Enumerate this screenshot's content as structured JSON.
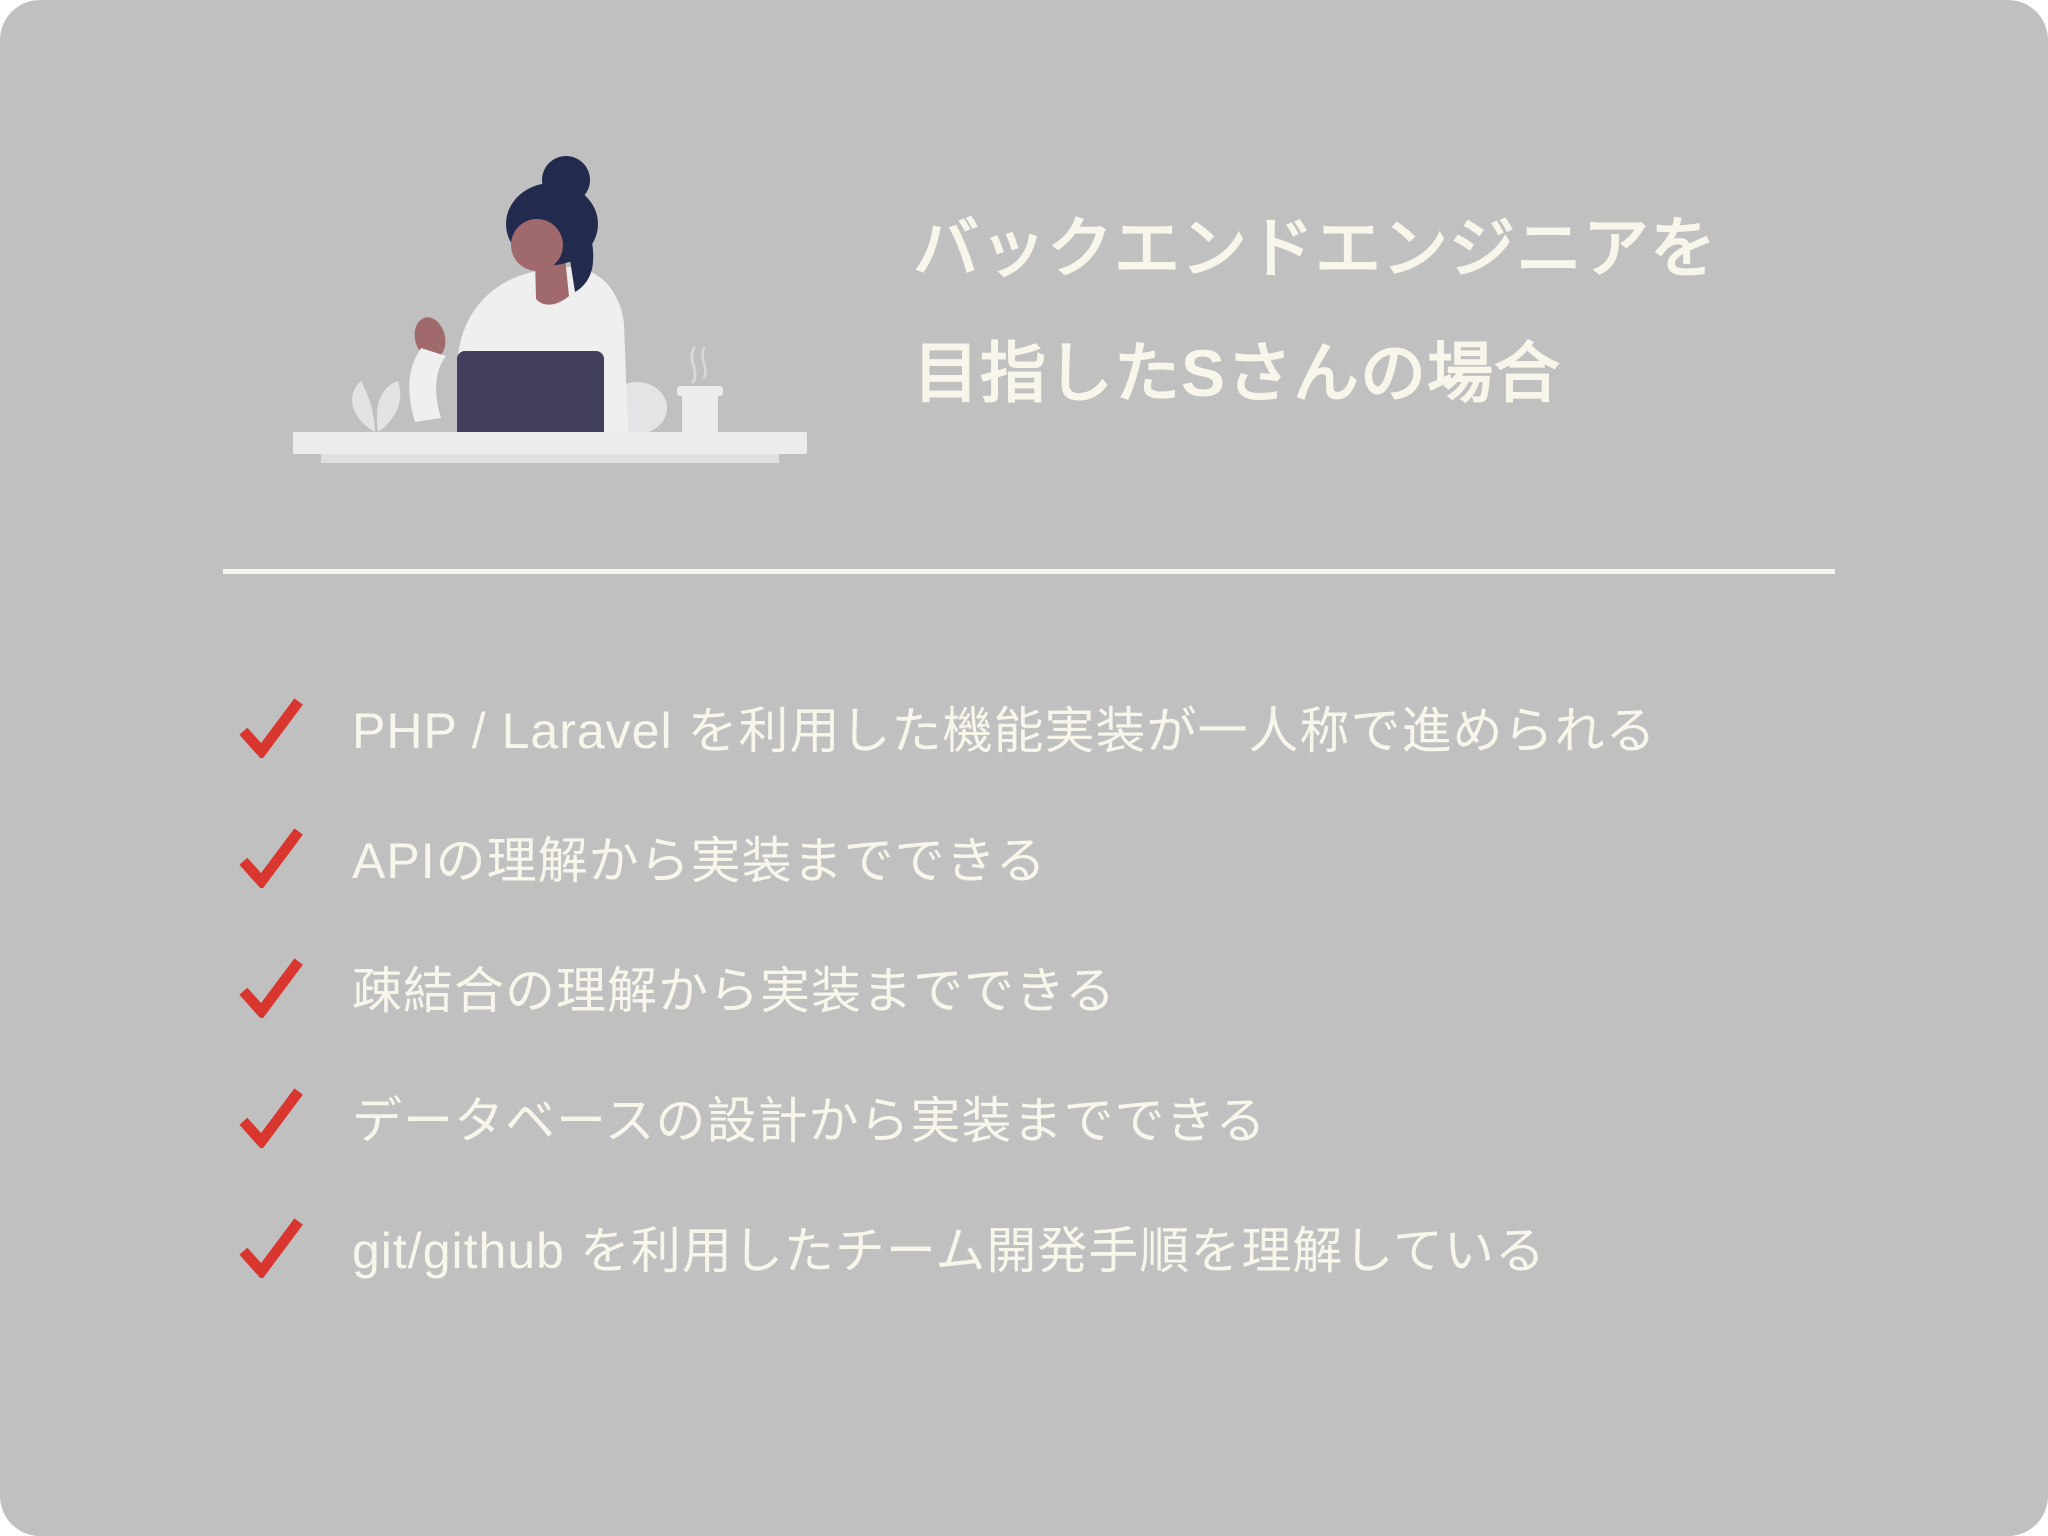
{
  "slide": {
    "title": {
      "line1": "バックエンドエンジニアを",
      "line2": "目指したSさんの場合"
    },
    "checklist": {
      "items": [
        {
          "text": "PHP / Laravel を利用した機能実装が一人称で進められる"
        },
        {
          "text": "APIの理解から実装までできる"
        },
        {
          "text": "疎結合の理解から実装までできる"
        },
        {
          "text": "データベースの設計から実装までできる"
        },
        {
          "text": "git/github を利用したチーム開発手順を理解している"
        }
      ]
    },
    "colors": {
      "background": "#C1C0C0",
      "text": "#F8F6EB",
      "checkmark": "#D8362F"
    },
    "illustration": "person-at-desk-with-laptop"
  }
}
